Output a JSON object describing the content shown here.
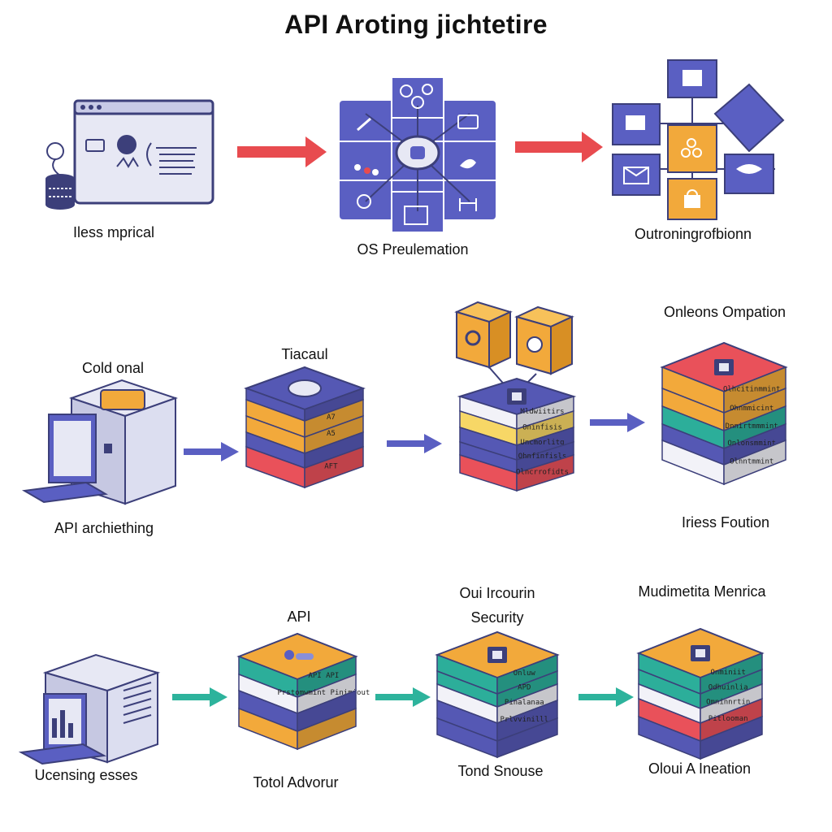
{
  "title": "API Aroting јichtetire",
  "row1": {
    "left_label": "Iless mprical",
    "mid_label": "OS Preulemation",
    "right_label": "Outroningrofbionn"
  },
  "row2": {
    "left_top_label": "Cold onal",
    "left_bottom_label": "API archiething",
    "stack1_label": "Tiacaul",
    "stack1_layers": [
      "",
      "A7",
      "A5",
      "",
      "AFT"
    ],
    "stack2_layers": [
      "Mldwiitirs",
      "Oninfisis",
      "Uncmorlitg",
      "Ohnfinfisls",
      "Olncrrofidts"
    ],
    "stack3_top_label": "Onleons Ompation",
    "stack3_bottom_label": "Iriess Foution",
    "stack3_layers": [
      "Olhcitinmmint",
      "Ohnmmicint",
      "Dnnirtmmmint",
      "Onlonsmmint",
      "Olnntmmint"
    ]
  },
  "row3": {
    "left_bottom_label": "Ucensing esses",
    "stack1_top_label": "API",
    "stack1_bottom_label": "Totol Advorur",
    "stack1_layers": [
      "API  API",
      "Prstomwmint  Pinimiout"
    ],
    "stack2_top_label_1": "Oui Ircourin",
    "stack2_top_label_2": "Security",
    "stack2_bottom_label": "Tond Snouse",
    "stack2_layers": [
      "Onluw",
      "APD",
      "Pinalanaa",
      "Prlvvinilll"
    ],
    "stack3_top_label": "Mudimetita Menrica",
    "stack3_bottom_label": "Oloui A Ineation",
    "stack3_layers": [
      "Onminiit",
      "Odhuinlia",
      "Omninnrtin",
      "Pitlooman"
    ]
  },
  "colors": {
    "purple": "#5558b4",
    "orange": "#f2a93b",
    "red": "#e9515a",
    "teal": "#2cae9a",
    "arrow_red": "#e84b4f",
    "arrow_blue": "#5a5fc2",
    "arrow_teal": "#2db39c",
    "light_gray": "#e8e9f3"
  }
}
